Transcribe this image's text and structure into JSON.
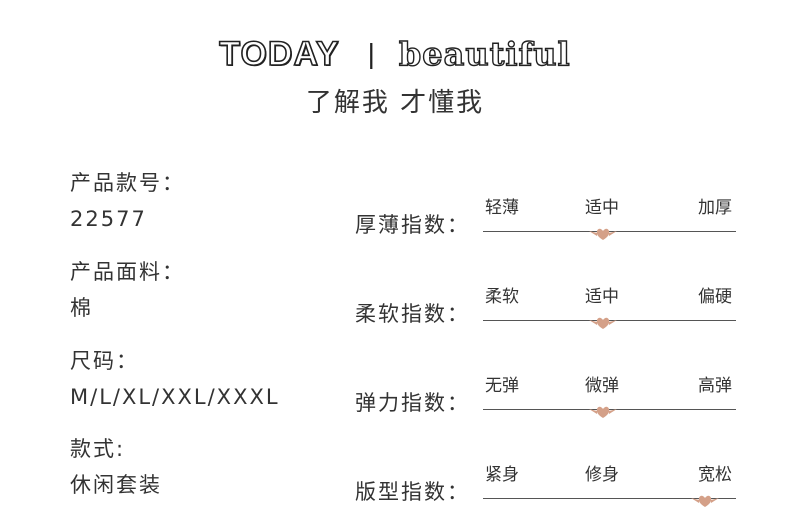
{
  "header": {
    "title_left": "TODAY",
    "separator": "|",
    "title_right": "beautiful",
    "subtitle": "了解我 才懂我"
  },
  "product": {
    "model_label": "产品款号：",
    "model_value": "22577",
    "fabric_label": "产品面料：",
    "fabric_value": "棉",
    "size_label": "尺码：",
    "size_value": "M/L/XL/XXL/XXXL",
    "style_label": "款式:",
    "style_value": "休闲套装"
  },
  "ratings": [
    {
      "label": "厚薄指数：",
      "options": [
        "轻薄",
        "适中",
        "加厚"
      ],
      "selected": "适中"
    },
    {
      "label": "柔软指数：",
      "options": [
        "柔软",
        "适中",
        "偏硬"
      ],
      "selected": "适中"
    },
    {
      "label": "弹力指数：",
      "options": [
        "无弹",
        "微弹",
        "高弹"
      ],
      "selected": "微弹"
    },
    {
      "label": "版型指数：",
      "options": [
        "紧身",
        "修身",
        "宽松"
      ],
      "selected": "宽松"
    }
  ],
  "colors": {
    "marker": "#d4a088",
    "text": "#333333",
    "line": "#555555"
  },
  "icons": {
    "marker": "winged-heart-icon"
  }
}
